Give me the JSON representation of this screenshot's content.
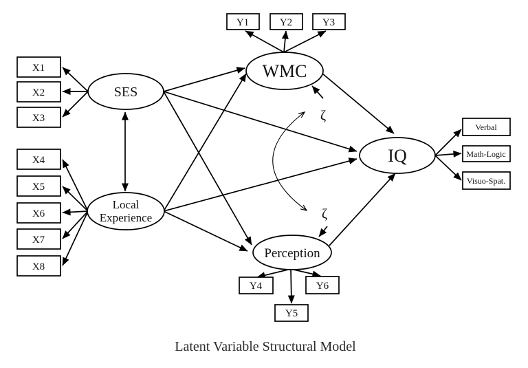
{
  "caption": {
    "text": "Latent Variable Structural Model"
  },
  "latents": {
    "ses": {
      "label": "SES"
    },
    "local_experience": {
      "line1": "Local",
      "line2": "Experience"
    },
    "wmc": {
      "label": "WMC"
    },
    "perception": {
      "label": "Perception"
    },
    "iq": {
      "label": "IQ"
    }
  },
  "indicators": {
    "x": [
      "X1",
      "X2",
      "X3",
      "X4",
      "X5",
      "X6",
      "X7",
      "X8"
    ],
    "y": [
      "Y1",
      "Y2",
      "Y3",
      "Y4",
      "Y5",
      "Y6"
    ],
    "iq": [
      "Verbal",
      "Math-Logic",
      "Visuo-Spat."
    ]
  },
  "disturbances": {
    "symbol": "ζ",
    "targets": [
      "WMC",
      "Perception"
    ]
  },
  "edges": {
    "structural": [
      {
        "from": "SES",
        "to": "WMC"
      },
      {
        "from": "SES",
        "to": "IQ"
      },
      {
        "from": "SES",
        "to": "Perception"
      },
      {
        "from": "Local Experience",
        "to": "WMC"
      },
      {
        "from": "Local Experience",
        "to": "IQ"
      },
      {
        "from": "Local Experience",
        "to": "Perception"
      },
      {
        "from": "WMC",
        "to": "IQ"
      },
      {
        "from": "Perception",
        "to": "IQ"
      }
    ],
    "covariances": [
      {
        "between": [
          "SES",
          "Local Experience"
        ],
        "style": "straight-double-arrow"
      },
      {
        "between": [
          "ζ-WMC",
          "ζ-Perception"
        ],
        "style": "curved-double-arrow"
      }
    ],
    "measurement": [
      {
        "latent": "SES",
        "indicators": [
          "X1",
          "X2",
          "X3"
        ]
      },
      {
        "latent": "Local Experience",
        "indicators": [
          "X4",
          "X5",
          "X6",
          "X7",
          "X8"
        ]
      },
      {
        "latent": "WMC",
        "indicators": [
          "Y1",
          "Y2",
          "Y3"
        ]
      },
      {
        "latent": "Perception",
        "indicators": [
          "Y4",
          "Y5",
          "Y6"
        ]
      },
      {
        "latent": "IQ",
        "indicators": [
          "Verbal",
          "Math-Logic",
          "Visuo-Spat."
        ]
      }
    ]
  },
  "colors": {
    "line": "#000000",
    "fill": "#ffffff",
    "text": "#111111",
    "caption": "#2b2b2b"
  }
}
